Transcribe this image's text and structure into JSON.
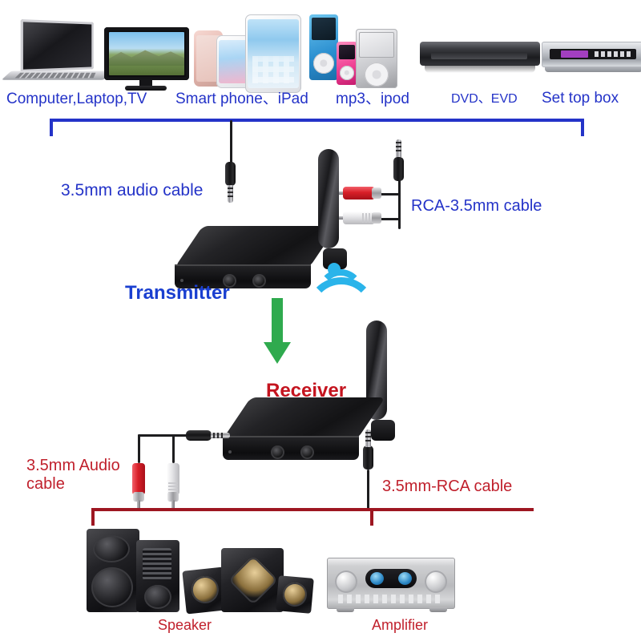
{
  "diagram": {
    "title": "Wireless audio transmitter and receiver connection diagram",
    "colors": {
      "source_bracket_blue": "#2433c8",
      "output_bracket_red": "#9d1621",
      "label_blue": "#2433c8",
      "label_red": "#c0202c",
      "transmitter_blue": "#1a3fd0",
      "receiver_red": "#c4141f",
      "wifi_blue": "#2ab4ea",
      "arrow_green": "#2faa4e"
    }
  },
  "sources": {
    "labels": [
      {
        "text": "Computer,Laptop,TV",
        "icon": "laptop-tv-icon"
      },
      {
        "text": "Smart phone、iPad",
        "icon": "smartphone-tablet-icon"
      },
      {
        "text": "mp3、ipod",
        "icon": "mp3-player-icon"
      },
      {
        "text": "DVD、EVD",
        "icon": "dvd-player-icon"
      },
      {
        "text": "Set top box",
        "icon": "set-top-box-icon"
      }
    ]
  },
  "transmitter": {
    "label": "Transmitter",
    "input_cable_label": "3.5mm audio cable",
    "output_cable_label": "RCA-3.5mm cable"
  },
  "link": {
    "wifi_icon": "wifi-signal-icon",
    "arrow_icon": "down-arrow-icon"
  },
  "receiver": {
    "label": "Receiver",
    "left_cable_label": "3.5mm Audio\ncable",
    "right_cable_label": "3.5mm-RCA cable"
  },
  "outputs": {
    "labels": [
      {
        "text": "Speaker",
        "icon": "speaker-icon"
      },
      {
        "text": "Amplifier",
        "icon": "amplifier-icon"
      }
    ]
  }
}
